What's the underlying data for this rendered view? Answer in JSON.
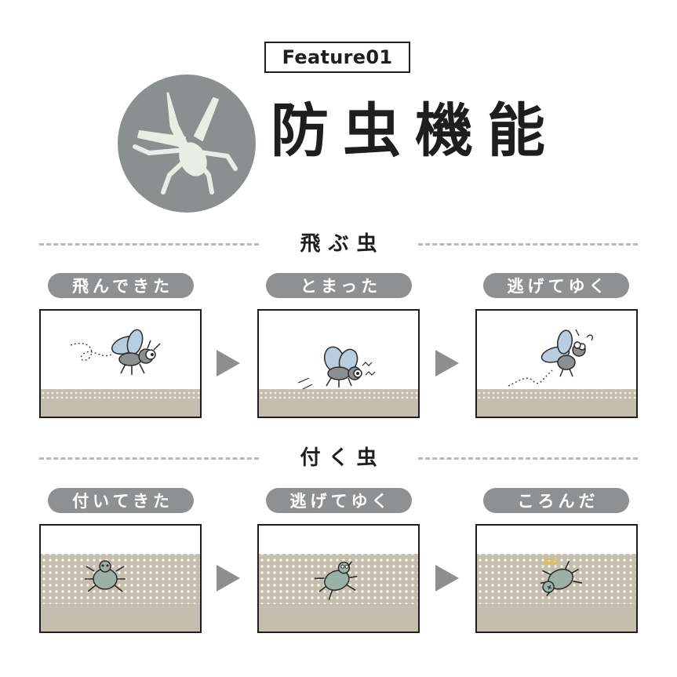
{
  "feature_tag": "Feature01",
  "title": "防虫機能",
  "colors": {
    "pill_gray": "#8e9091",
    "ground_beige": "#c5beae",
    "dot_white": "#f4f1ea",
    "hero_circle": "#8c8f90",
    "hero_mosquito": "#e8eee6",
    "bug_wing": "#b9cde0",
    "bug_body": "#8c8f8f",
    "mite_body": "#9bb1a6"
  },
  "icons": {
    "hero": "mosquito-icon",
    "arrow": "arrow-right-icon"
  },
  "sections": {
    "flying": {
      "label": "飛ぶ虫",
      "steps": [
        {
          "label": "飛んできた"
        },
        {
          "label": "とまった"
        },
        {
          "label": "逃げてゆく"
        }
      ]
    },
    "crawling": {
      "label": "付く虫",
      "steps": [
        {
          "label": "付いてきた"
        },
        {
          "label": "逃げてゆく"
        },
        {
          "label": "ころんだ"
        }
      ]
    }
  }
}
